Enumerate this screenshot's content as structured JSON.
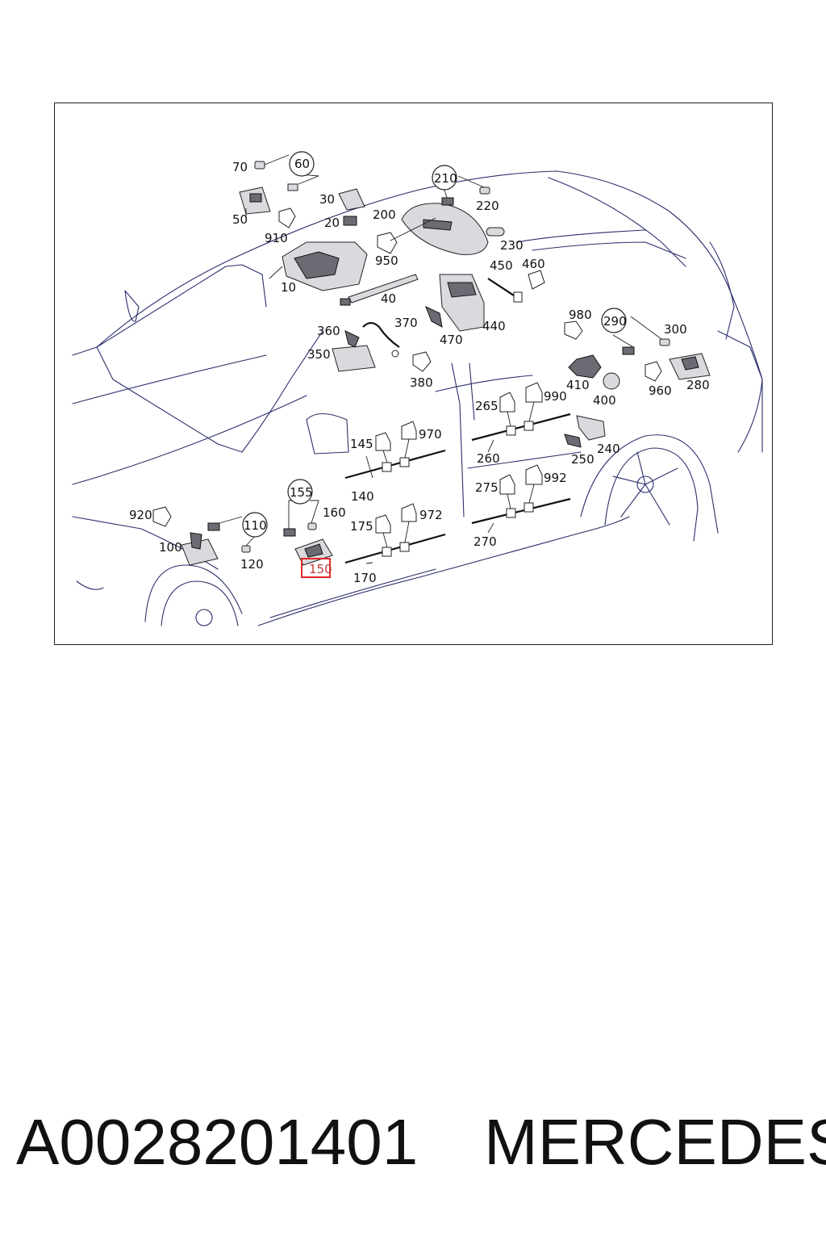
{
  "part_number": "A0028201401",
  "brand": "MERCEDES",
  "callouts": {
    "p10": "10",
    "p20": "20",
    "p30": "30",
    "p40": "40",
    "p50": "50",
    "p60": "60",
    "p70": "70",
    "p100": "100",
    "p110": "110",
    "p120": "120",
    "p140": "140",
    "p145": "145",
    "p150": "150",
    "p155": "155",
    "p160": "160",
    "p170": "170",
    "p175": "175",
    "p200": "200",
    "p210": "210",
    "p220": "220",
    "p230": "230",
    "p240": "240",
    "p250": "250",
    "p260": "260",
    "p265": "265",
    "p270": "270",
    "p275": "275",
    "p280": "280",
    "p290": "290",
    "p300": "300",
    "p350": "350",
    "p360": "360",
    "p370": "370",
    "p380": "380",
    "p400": "400",
    "p410": "410",
    "p440": "440",
    "p450": "450",
    "p460": "460",
    "p470": "470",
    "p910": "910",
    "p920": "920",
    "p950": "950",
    "p960": "960",
    "p970": "970",
    "p972": "972",
    "p980": "980",
    "p990": "990",
    "p992": "992"
  },
  "highlighted_part": "150",
  "colors": {
    "highlight": "#e32626",
    "outline": "#2a2f6a"
  }
}
